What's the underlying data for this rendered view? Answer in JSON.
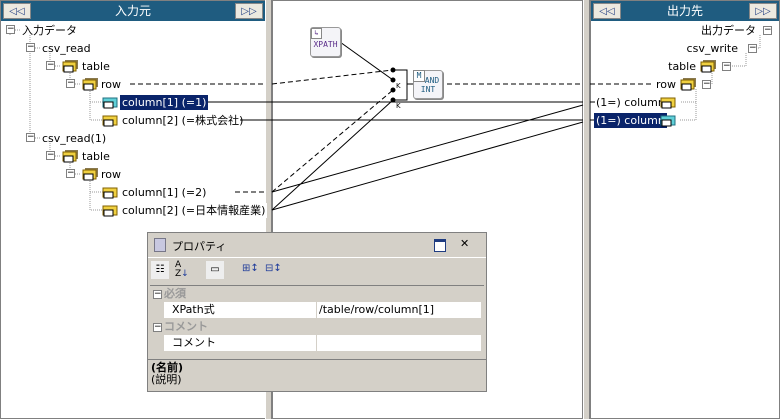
{
  "left_panel": {
    "title": "入力元",
    "nav_left": "◁◁",
    "nav_right": "▷▷",
    "tree": {
      "root": "入力データ",
      "sources": [
        {
          "name": "csv_read",
          "table": "table",
          "row": "row",
          "columns": [
            "column[1] (=1)",
            "column[2] (=株式会社)"
          ]
        },
        {
          "name": "csv_read(1)",
          "table": "table",
          "row": "row",
          "columns": [
            "column[1] (=2)",
            "column[2] (=日本情報産業)"
          ]
        }
      ]
    }
  },
  "canvas": {
    "xpath_label": "XPATH",
    "and_label1": "AND",
    "and_label2": "INT",
    "m_label": "M",
    "k_label": "K"
  },
  "right_panel": {
    "title": "出力先",
    "nav_left": "◁◁",
    "nav_right": "▷▷",
    "tree": {
      "root": "出力データ",
      "writer": "csv_write",
      "table": "table",
      "row": "row",
      "columns": [
        "(1=) column",
        "(1=) column"
      ]
    }
  },
  "properties": {
    "title": "プロパティ",
    "close": "✕",
    "categories": [
      {
        "name": "必須",
        "props": [
          {
            "key": "XPath式",
            "value": "/table/row/column[1]"
          }
        ]
      },
      {
        "name": "コメント",
        "props": [
          {
            "key": "コメント",
            "value": ""
          }
        ]
      }
    ],
    "desc_name": "(名前)",
    "desc_text": "(説明)"
  }
}
